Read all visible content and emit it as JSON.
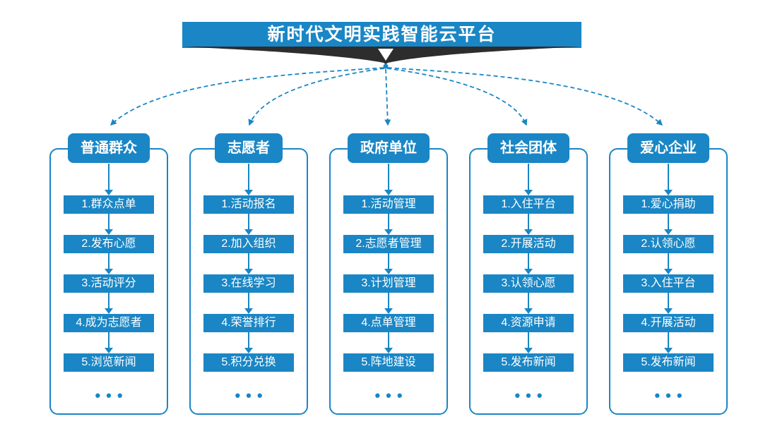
{
  "title": "新时代文明实践智能云平台",
  "ellipsis": "•••",
  "colors": {
    "primary": "#1a86c5",
    "banner_dark": "#2d2d2d",
    "text_on_primary": "#ffffff",
    "background": "#ffffff"
  },
  "columns": [
    {
      "header": "普通群众",
      "steps": [
        "1.群众点单",
        "2.发布心愿",
        "3.活动评分",
        "4.成为志愿者",
        "5.浏览新闻"
      ]
    },
    {
      "header": "志愿者",
      "steps": [
        "1.活动报名",
        "2.加入组织",
        "3.在线学习",
        "4.荣誉排行",
        "5.积分兑换"
      ]
    },
    {
      "header": "政府单位",
      "steps": [
        "1.活动管理",
        "2.志愿者管理",
        "3.计划管理",
        "4.点单管理",
        "5.阵地建设"
      ]
    },
    {
      "header": "社会团体",
      "steps": [
        "1.入住平台",
        "2.开展活动",
        "3.认领心愿",
        "4.资源申请",
        "5.发布新闻"
      ]
    },
    {
      "header": "爱心企业",
      "steps": [
        "1.爱心捐助",
        "2.认领心愿",
        "3.入住平台",
        "4.开展活动",
        "5.发布新闻"
      ]
    }
  ]
}
